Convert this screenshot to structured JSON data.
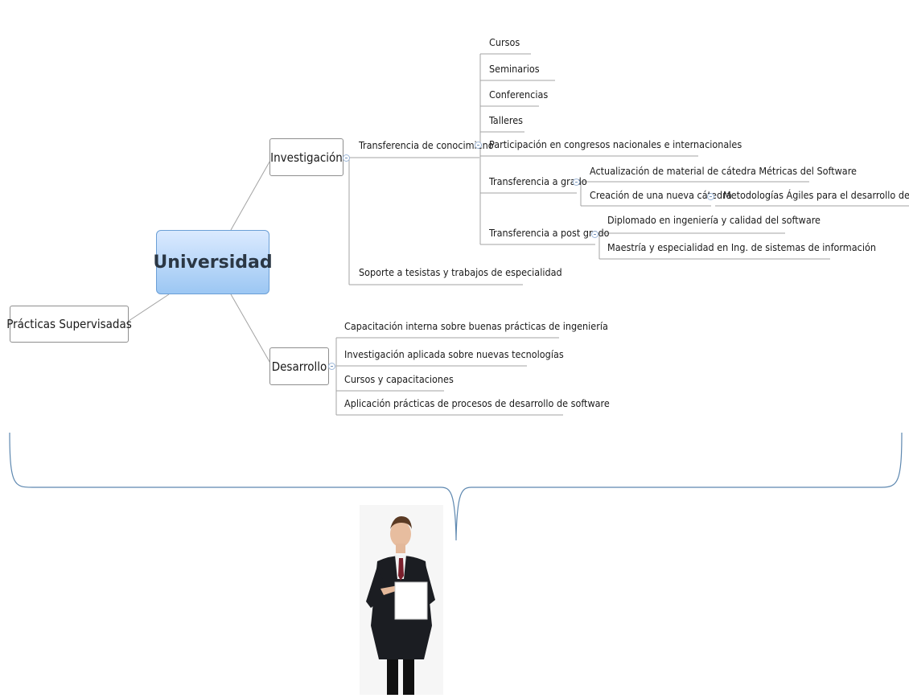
{
  "map": {
    "root": "Universidad",
    "left": "Prácticas Supervisadas",
    "investigacion": "Investigación",
    "transferencia_conocimiento": "Transferencia de conocimieno",
    "t1": "Cursos",
    "t2": "Seminarios",
    "t3": "Conferencias",
    "t4": "Talleres",
    "t5": "Participación en congresos nacionales e internacionales",
    "transferencia_grado": "Transferencia a grado",
    "g1": "Actualización de material de cátedra Métricas del Software",
    "g2": "Creación de una nueva cátedra",
    "g2_child": "Metodologías Ágiles para el desarrollo del software",
    "transferencia_post": "Transferencia a post grado",
    "p1": "Diplomado en ingeniería y calidad del software",
    "p2": "Maestría  y especialidad en Ing. de sistemas de información",
    "soporte": "Soporte a tesistas y trabajos de especialidad",
    "desarrollo": "Desarrollo",
    "d1": "Capacitación interna sobre buenas prácticas de ingeniería",
    "d2": "Investigación aplicada sobre nuevas tecnologías",
    "d3": "Cursos y capacitaciones",
    "d4": "Aplicación prácticas de procesos de desarrollo de software"
  },
  "colors": {
    "root_fill": "#9cc7f3",
    "brace": "#5e88b0",
    "line": "#9a9a9a"
  }
}
